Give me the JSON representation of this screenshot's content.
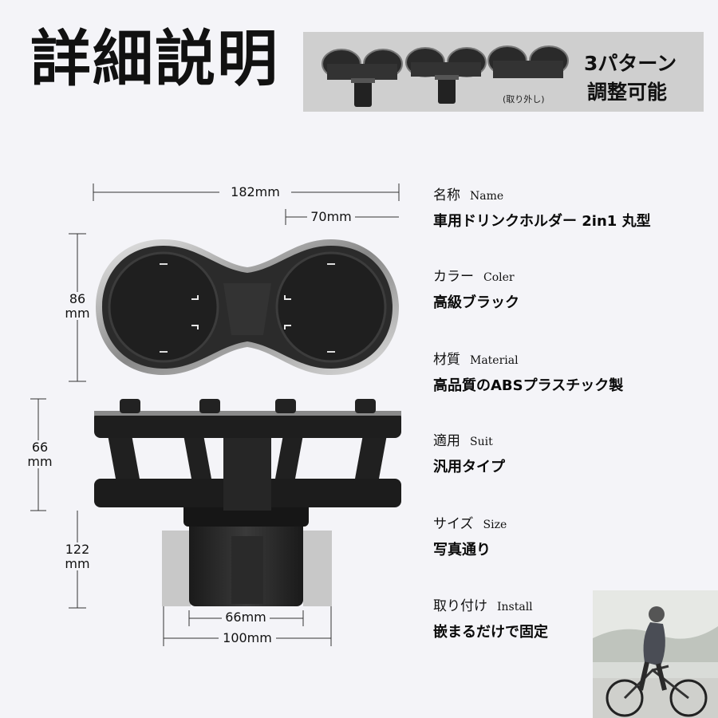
{
  "title": "詳細説明",
  "banner": {
    "caption": "(取り外し)",
    "line1": "3パターン",
    "line2": "調整可能"
  },
  "dimensions": {
    "width_total": "182mm",
    "cup_diameter": "70mm",
    "depth": "86\nmm",
    "upper_height": "66\nmm",
    "base_height": "122\nmm",
    "base_inner": "66mm",
    "base_outer": "100mm"
  },
  "specs": [
    {
      "label": "名称",
      "label_en": "Name",
      "value": "車用ドリンクホルダー 2in1 丸型"
    },
    {
      "label": "カラー",
      "label_en": "Coler",
      "value": "高級ブラック"
    },
    {
      "label": "材質",
      "label_en": "Material",
      "value": "高品質のABSプラスチック製"
    },
    {
      "label": "適用",
      "label_en": "Suit",
      "value": "汎用タイプ"
    },
    {
      "label": "サイズ",
      "label_en": "Size",
      "value": "写真通り"
    },
    {
      "label": "取り付け",
      "label_en": "Install",
      "value": "嵌まるだけで固定"
    }
  ]
}
